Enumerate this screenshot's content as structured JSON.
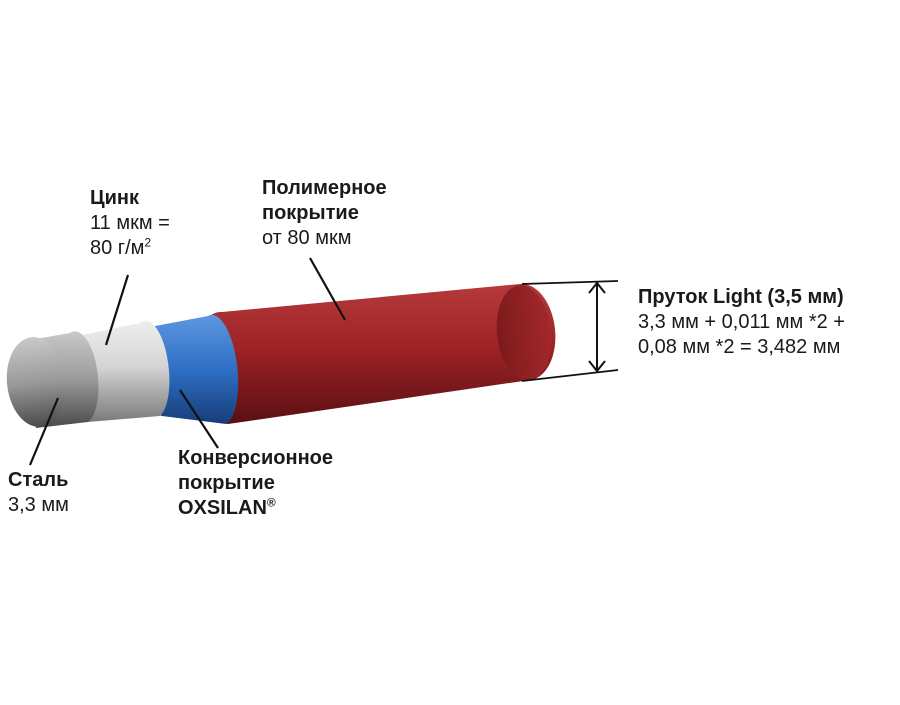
{
  "labels": {
    "zinc": {
      "title": "Цинк",
      "line1": "11 мкм =",
      "line2": "80 г/м",
      "line2_sup": "2"
    },
    "polymer": {
      "title_line1": "Полимерное",
      "title_line2": "покрытие",
      "line1": "от 80 мкм"
    },
    "rod": {
      "title": "Пруток Light (3,5 мм)",
      "line1": "3,3 мм + 0,011 мм *2 +",
      "line2": "0,08 мм *2 = 3,482 мм"
    },
    "steel": {
      "title": "Сталь",
      "line1": "3,3 мм"
    },
    "conversion": {
      "title_line1": "Конверсионное",
      "title_line2": "покрытие",
      "title_line3": "OXSILAN",
      "title_line3_sup": "®"
    }
  },
  "colors": {
    "steel": "#8c8c8c",
    "zinc": "#d9d9d9",
    "conversion": "#2f6fc4",
    "polymer": "#9e2326",
    "text": "#1a1a1a"
  }
}
